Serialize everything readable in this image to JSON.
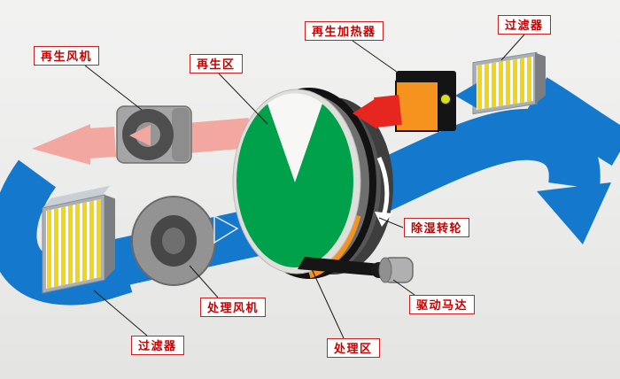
{
  "diagram": {
    "labels": {
      "regen_fan": "再生风机",
      "regen_zone": "再生区",
      "regen_heater": "再生加热器",
      "filter_top": "过滤器",
      "dehumid_wheel": "除湿转轮",
      "drive_motor": "驱动马达",
      "process_zone": "处理区",
      "process_fan": "处理风机",
      "filter_bottom": "过滤器"
    },
    "colors": {
      "process_air_blue": "#1478cd",
      "regen_exhaust_pink": "#f2a7a0",
      "hot_air_red": "#e6261f",
      "wheel_green": "#00a14b",
      "heater_orange": "#f6921e",
      "filter_yellow": "#f2d41b",
      "label_red": "#c80000",
      "background": "#ececec"
    }
  }
}
